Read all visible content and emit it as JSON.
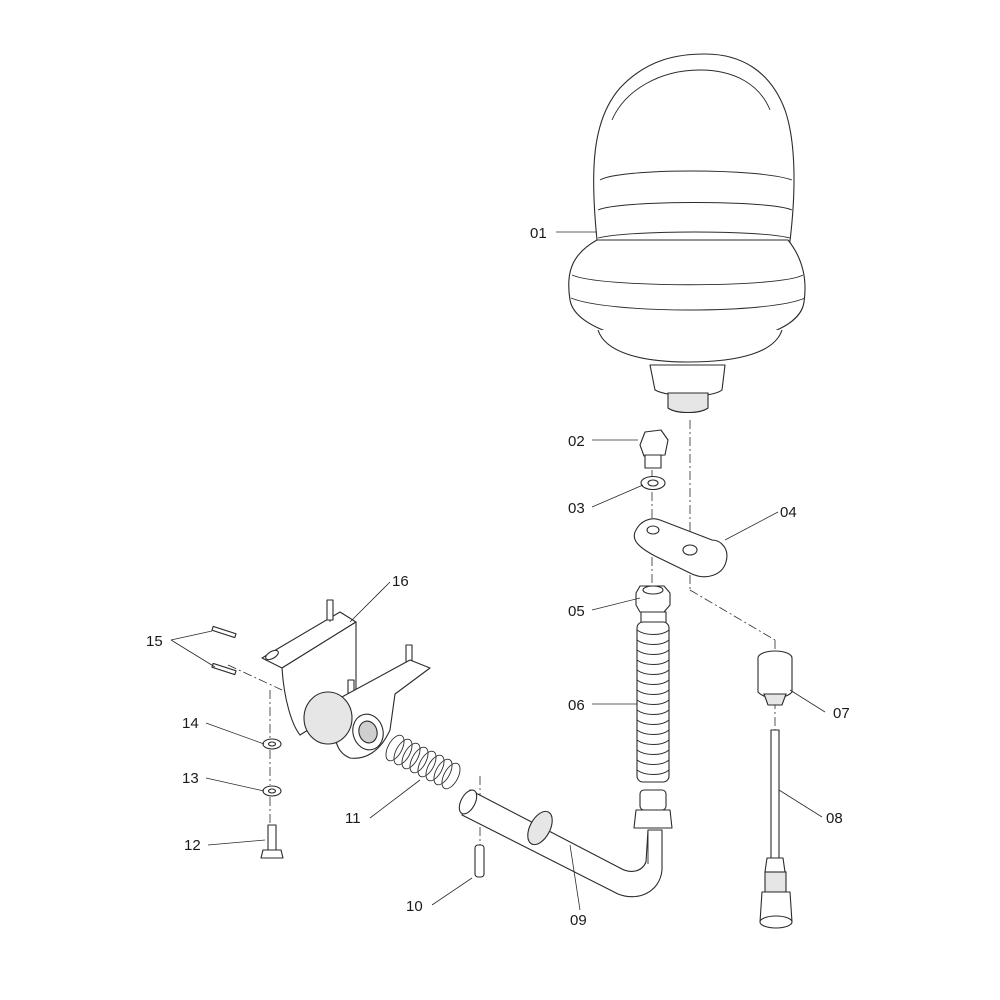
{
  "callouts": {
    "p01": "01",
    "p02": "02",
    "p03": "03",
    "p04": "04",
    "p05": "05",
    "p06": "06",
    "p07": "07",
    "p08": "08",
    "p09": "09",
    "p10": "10",
    "p11": "11",
    "p12": "12",
    "p13": "13",
    "p14": "14",
    "p15": "15",
    "p16": "16"
  },
  "colors": {
    "line": "#2b2b2b",
    "background": "#ffffff",
    "shade": "#e6e6e6"
  }
}
